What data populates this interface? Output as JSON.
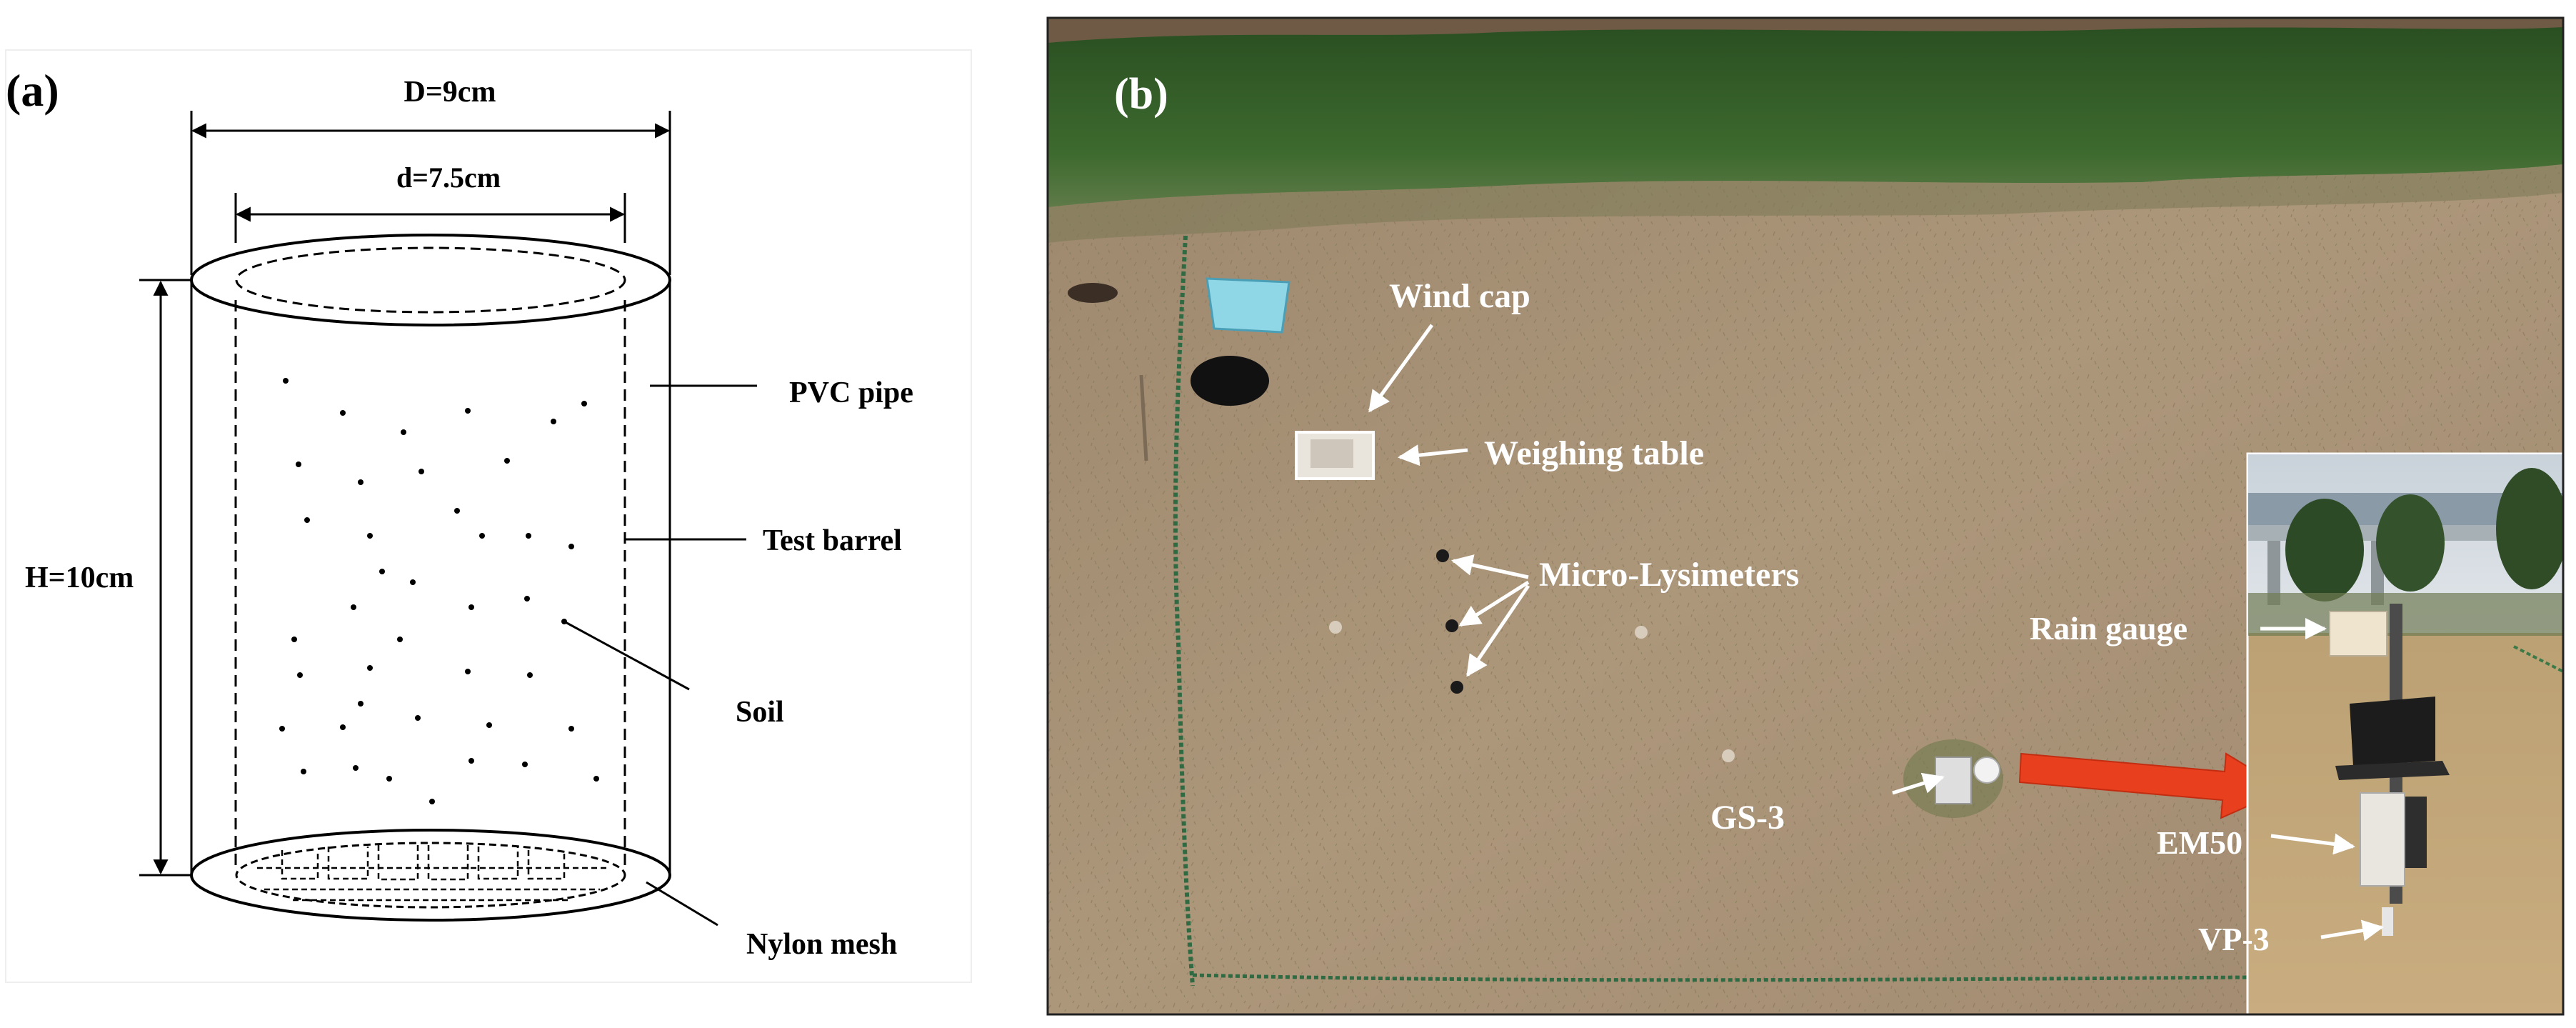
{
  "panel_a": {
    "tag": "(a)",
    "dim_outer": "D=9cm",
    "dim_inner": "d=7.5cm",
    "dim_height": "H=10cm",
    "label_pvc": "PVC pipe",
    "label_barrel": "Test barrel",
    "label_soil": "Soil",
    "label_mesh": "Nylon mesh"
  },
  "panel_b": {
    "tag": "(b)",
    "label_wind_cap": "Wind cap",
    "label_weighing_table": "Weighing table",
    "label_micro_lysimeters": "Micro-Lysimeters",
    "label_gs3": "GS-3",
    "label_rain_gauge": "Rain gauge",
    "label_em50": "EM50",
    "label_vp3": "VP-3"
  },
  "colors": {
    "line": "#000000",
    "annotation": "#ffffff",
    "arrow_fill": "#e8401e",
    "grass_field": "#a48e74",
    "hedge": "#2f5a24"
  }
}
